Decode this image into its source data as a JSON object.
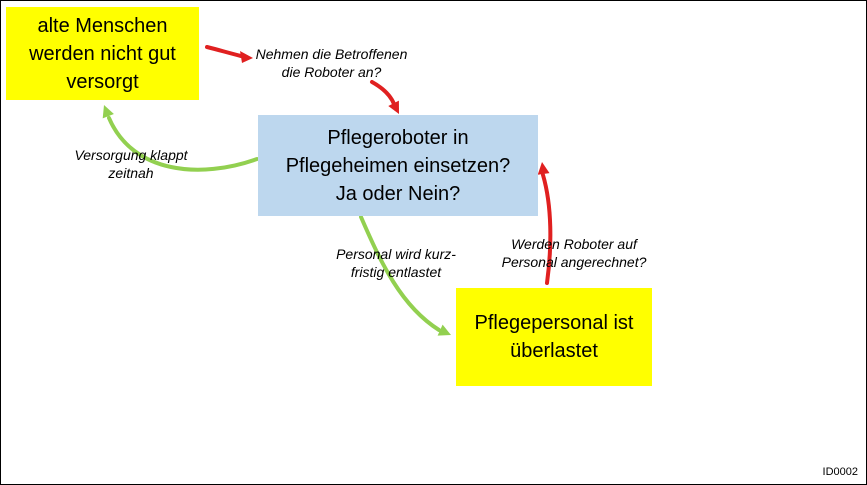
{
  "diagram": {
    "nodes": {
      "top_left": {
        "lines": [
          "alte Menschen",
          "werden nicht gut",
          "versorgt"
        ],
        "bg": "#ffff00"
      },
      "center": {
        "lines": [
          "Pflegeroboter in",
          "Pflegeheimen einsetzen?",
          "Ja oder Nein?"
        ],
        "bg": "#bdd7ee"
      },
      "bottom_right": {
        "lines": [
          "Pflegepersonal ist",
          "überlastet"
        ],
        "bg": "#ffff00"
      }
    },
    "edge_labels": {
      "acceptance": {
        "lines": [
          "Nehmen die Betroffenen",
          "die Roboter an?"
        ]
      },
      "timely_care": {
        "lines": [
          "Versorgung klappt",
          "zeitnah"
        ]
      },
      "relief": {
        "lines": [
          "Personal wird kurz-",
          "fristig entlastet"
        ]
      },
      "offset": {
        "lines": [
          "Werden Roboter auf",
          "Personal angerechnet?"
        ]
      }
    },
    "colors": {
      "arrow_red": "#e02020",
      "arrow_green": "#92d050",
      "node_yellow": "#ffff00",
      "node_blue": "#bdd7ee"
    },
    "footer": {
      "id_label": "ID0002"
    }
  }
}
